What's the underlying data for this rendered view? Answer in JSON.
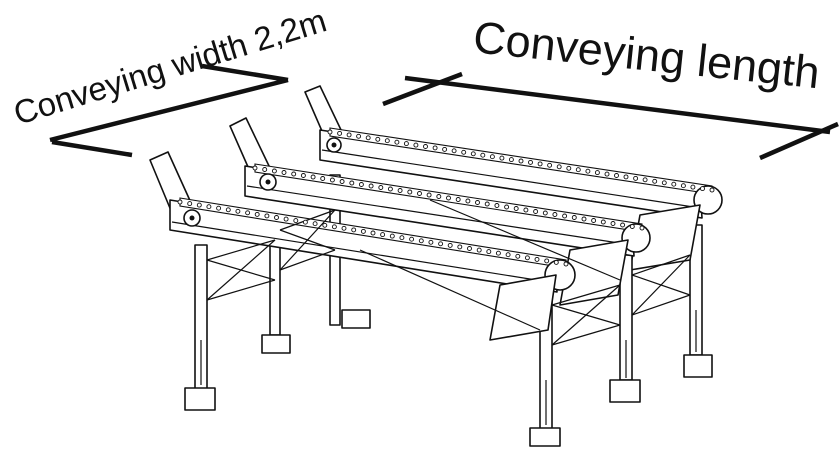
{
  "labels": {
    "conveying_width": "Conveying width 2,2m",
    "conveying_length": "Conveying length"
  },
  "illustration": {
    "subject": "three-strand chain conveyor on adjustable legs",
    "conveyor_count": 3
  },
  "colors": {
    "line": "#111111",
    "background": "#ffffff"
  }
}
